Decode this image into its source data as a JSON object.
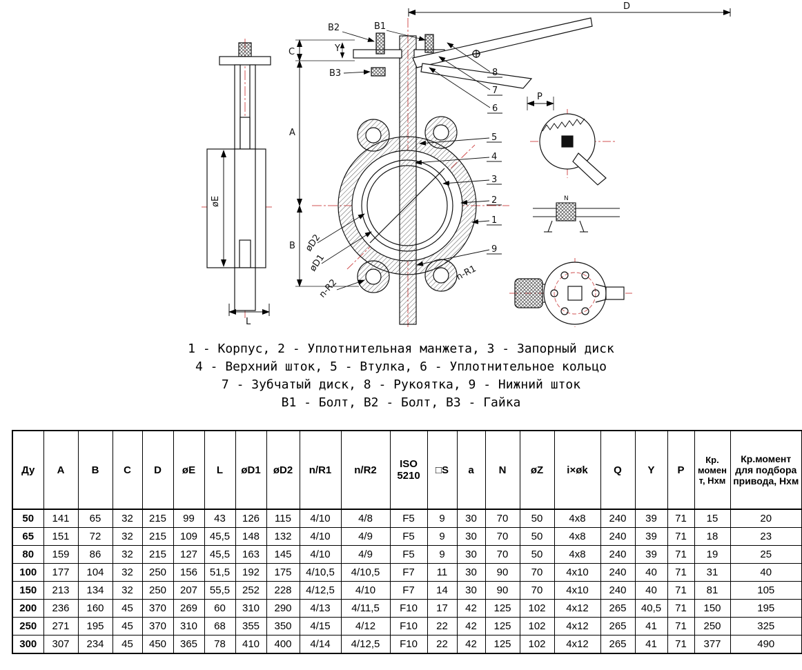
{
  "drawing": {
    "dim_labels": {
      "B1": "B1",
      "B2": "B2",
      "B3": "B3",
      "C": "C",
      "Y": "Y",
      "A": "A",
      "B": "B",
      "D": "D",
      "P": "P",
      "N": "N",
      "oE": "øE",
      "oD2": "øD2",
      "oD1": "øD1",
      "nR2": "n-R2",
      "nR1": "n-R1",
      "L": "L"
    },
    "callouts": [
      "1",
      "2",
      "3",
      "4",
      "5",
      "6",
      "7",
      "8",
      "9"
    ]
  },
  "legend": {
    "lines": [
      "1 - Корпус, 2 - Уплотнительная манжета, 3 - Запорный диск",
      "4 - Верхний шток, 5 - Втулка, 6 - Уплотнительное кольцо",
      "7 - Зубчатый диск, 8 - Рукоятка, 9 - Нижний шток",
      "В1 - Болт, В2 - Болт, В3 - Гайка"
    ]
  },
  "table": {
    "columns": [
      {
        "label": "Ду",
        "width": 45
      },
      {
        "label": "A",
        "width": 50
      },
      {
        "label": "B",
        "width": 50
      },
      {
        "label": "C",
        "width": 43
      },
      {
        "label": "D",
        "width": 45
      },
      {
        "label": "øE",
        "width": 45
      },
      {
        "label": "L",
        "width": 45
      },
      {
        "label": "øD1",
        "width": 45
      },
      {
        "label": "øD2",
        "width": 48
      },
      {
        "label": "n/R1",
        "width": 60
      },
      {
        "label": "n/R2",
        "width": 71
      },
      {
        "label": "ISO\n5210",
        "width": 54
      },
      {
        "label": "□S",
        "width": 43
      },
      {
        "label": "a",
        "width": 41
      },
      {
        "label": "N",
        "width": 50
      },
      {
        "label": "øZ",
        "width": 50
      },
      {
        "label": "i×øk",
        "width": 67
      },
      {
        "label": "Q",
        "width": 50
      },
      {
        "label": "Y",
        "width": 47
      },
      {
        "label": "P",
        "width": 39
      },
      {
        "label": "Кр. момент, Нхм",
        "width": 52
      },
      {
        "label": "Кр.момент для подбора привода, Нхм",
        "width": 104
      }
    ],
    "rows": [
      [
        "50",
        "141",
        "65",
        "32",
        "215",
        "99",
        "43",
        "126",
        "115",
        "4/10",
        "4/8",
        "F5",
        "9",
        "30",
        "70",
        "50",
        "4x8",
        "240",
        "39",
        "71",
        "15",
        "20"
      ],
      [
        "65",
        "151",
        "72",
        "32",
        "215",
        "109",
        "45,5",
        "148",
        "132",
        "4/10",
        "4/9",
        "F5",
        "9",
        "30",
        "70",
        "50",
        "4x8",
        "240",
        "39",
        "71",
        "18",
        "23"
      ],
      [
        "80",
        "159",
        "86",
        "32",
        "215",
        "127",
        "45,5",
        "163",
        "145",
        "4/10",
        "4/9",
        "F5",
        "9",
        "30",
        "70",
        "50",
        "4x8",
        "240",
        "39",
        "71",
        "19",
        "25"
      ],
      [
        "100",
        "177",
        "104",
        "32",
        "250",
        "156",
        "51,5",
        "192",
        "175",
        "4/10,5",
        "4/10,5",
        "F7",
        "11",
        "30",
        "90",
        "70",
        "4x10",
        "240",
        "40",
        "71",
        "31",
        "40"
      ],
      [
        "150",
        "213",
        "134",
        "32",
        "250",
        "207",
        "55,5",
        "252",
        "228",
        "4/12,5",
        "4/10",
        "F7",
        "14",
        "30",
        "90",
        "70",
        "4x10",
        "240",
        "40",
        "71",
        "81",
        "105"
      ],
      [
        "200",
        "236",
        "160",
        "45",
        "370",
        "269",
        "60",
        "310",
        "290",
        "4/13",
        "4/11,5",
        "F10",
        "17",
        "42",
        "125",
        "102",
        "4x12",
        "265",
        "40,5",
        "71",
        "150",
        "195"
      ],
      [
        "250",
        "271",
        "195",
        "45",
        "370",
        "310",
        "68",
        "355",
        "350",
        "4/15",
        "4/12",
        "F10",
        "22",
        "42",
        "125",
        "102",
        "4x12",
        "265",
        "41",
        "71",
        "250",
        "325"
      ],
      [
        "300",
        "307",
        "234",
        "45",
        "450",
        "365",
        "78",
        "410",
        "400",
        "4/14",
        "4/12,5",
        "F10",
        "22",
        "42",
        "125",
        "102",
        "4x12",
        "265",
        "41",
        "71",
        "377",
        "490"
      ]
    ]
  }
}
